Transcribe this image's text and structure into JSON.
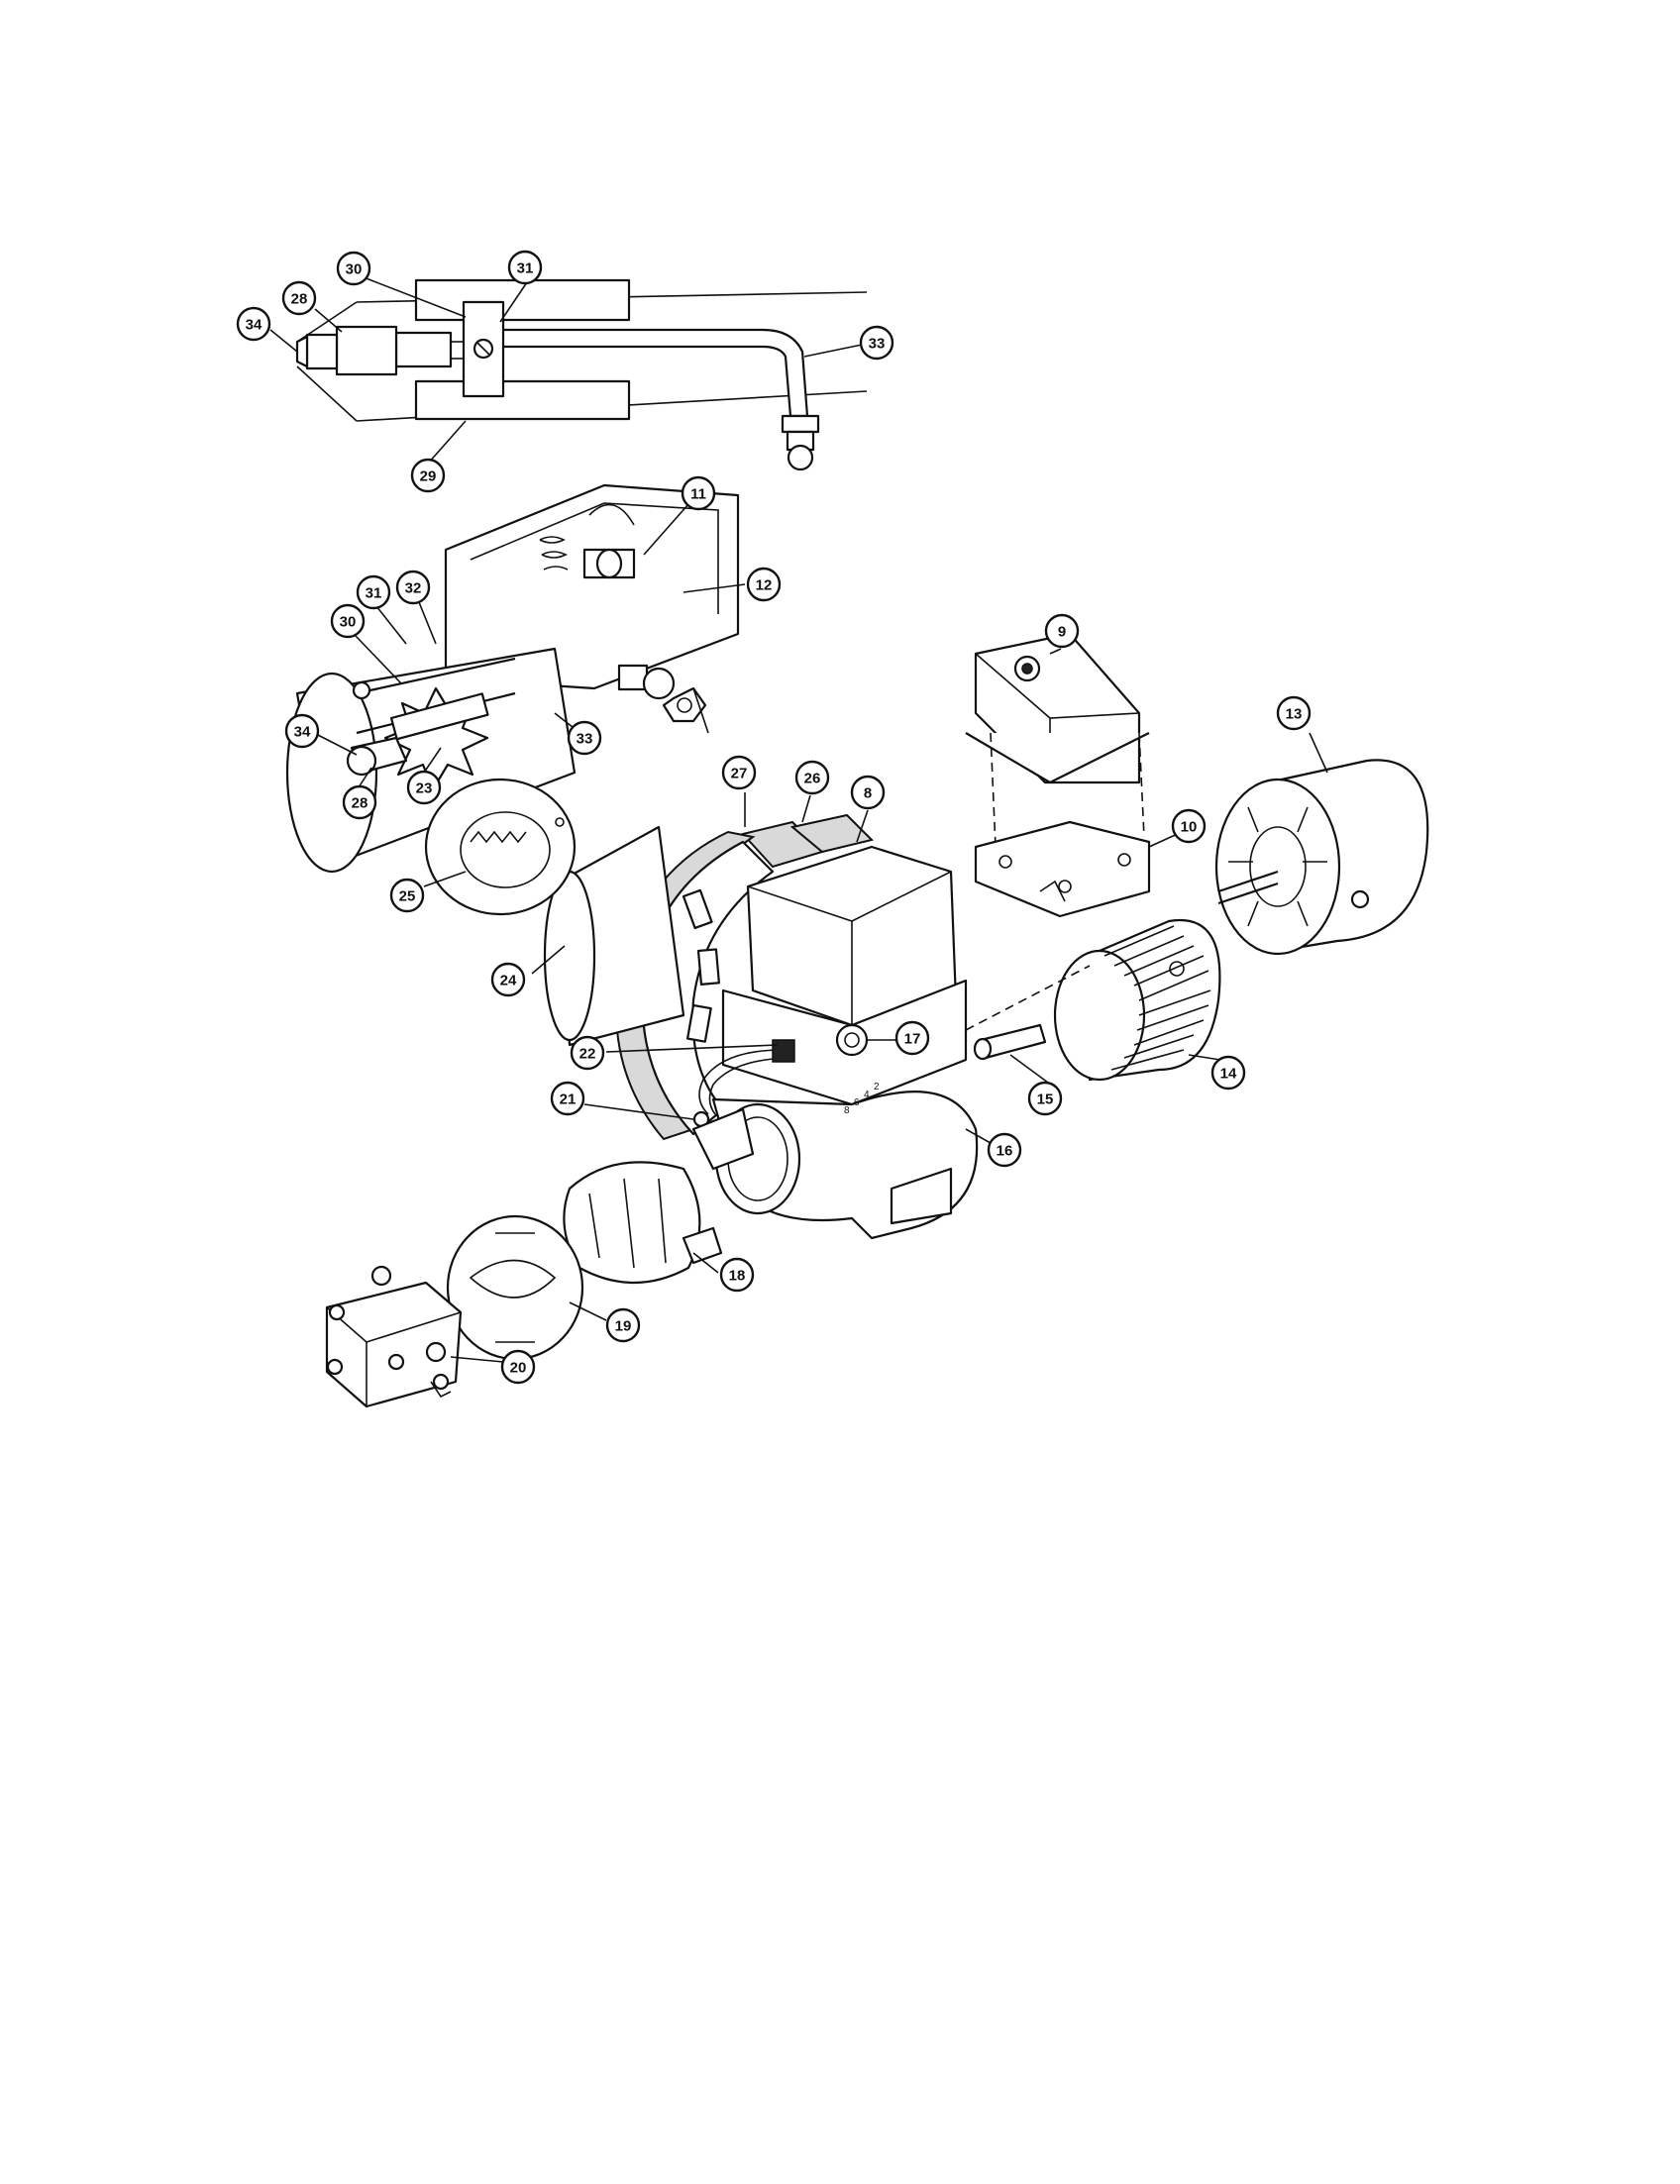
{
  "figure": {
    "callouts": [
      {
        "id": "c30a",
        "label": "30"
      },
      {
        "id": "c31a",
        "label": "31"
      },
      {
        "id": "c28a",
        "label": "28"
      },
      {
        "id": "c34a",
        "label": "34"
      },
      {
        "id": "c33a",
        "label": "33"
      },
      {
        "id": "c29",
        "label": "29"
      },
      {
        "id": "c11",
        "label": "11"
      },
      {
        "id": "c12",
        "label": "12"
      },
      {
        "id": "c31b",
        "label": "31"
      },
      {
        "id": "c32",
        "label": "32"
      },
      {
        "id": "c30b",
        "label": "30"
      },
      {
        "id": "c34b",
        "label": "34"
      },
      {
        "id": "c28b",
        "label": "28"
      },
      {
        "id": "c23",
        "label": "23"
      },
      {
        "id": "c33b",
        "label": "33"
      },
      {
        "id": "c9",
        "label": "9"
      },
      {
        "id": "c13",
        "label": "13"
      },
      {
        "id": "c27",
        "label": "27"
      },
      {
        "id": "c26",
        "label": "26"
      },
      {
        "id": "c8",
        "label": "8"
      },
      {
        "id": "c10",
        "label": "10"
      },
      {
        "id": "c25",
        "label": "25"
      },
      {
        "id": "c24",
        "label": "24"
      },
      {
        "id": "c22",
        "label": "22"
      },
      {
        "id": "c17",
        "label": "17"
      },
      {
        "id": "c21",
        "label": "21"
      },
      {
        "id": "c15",
        "label": "15"
      },
      {
        "id": "c14",
        "label": "14"
      },
      {
        "id": "c16",
        "label": "16"
      },
      {
        "id": "c18",
        "label": "18"
      },
      {
        "id": "c19",
        "label": "19"
      },
      {
        "id": "c20",
        "label": "20"
      }
    ],
    "air_dial_marks": [
      "2",
      "4",
      "6",
      "8"
    ]
  }
}
